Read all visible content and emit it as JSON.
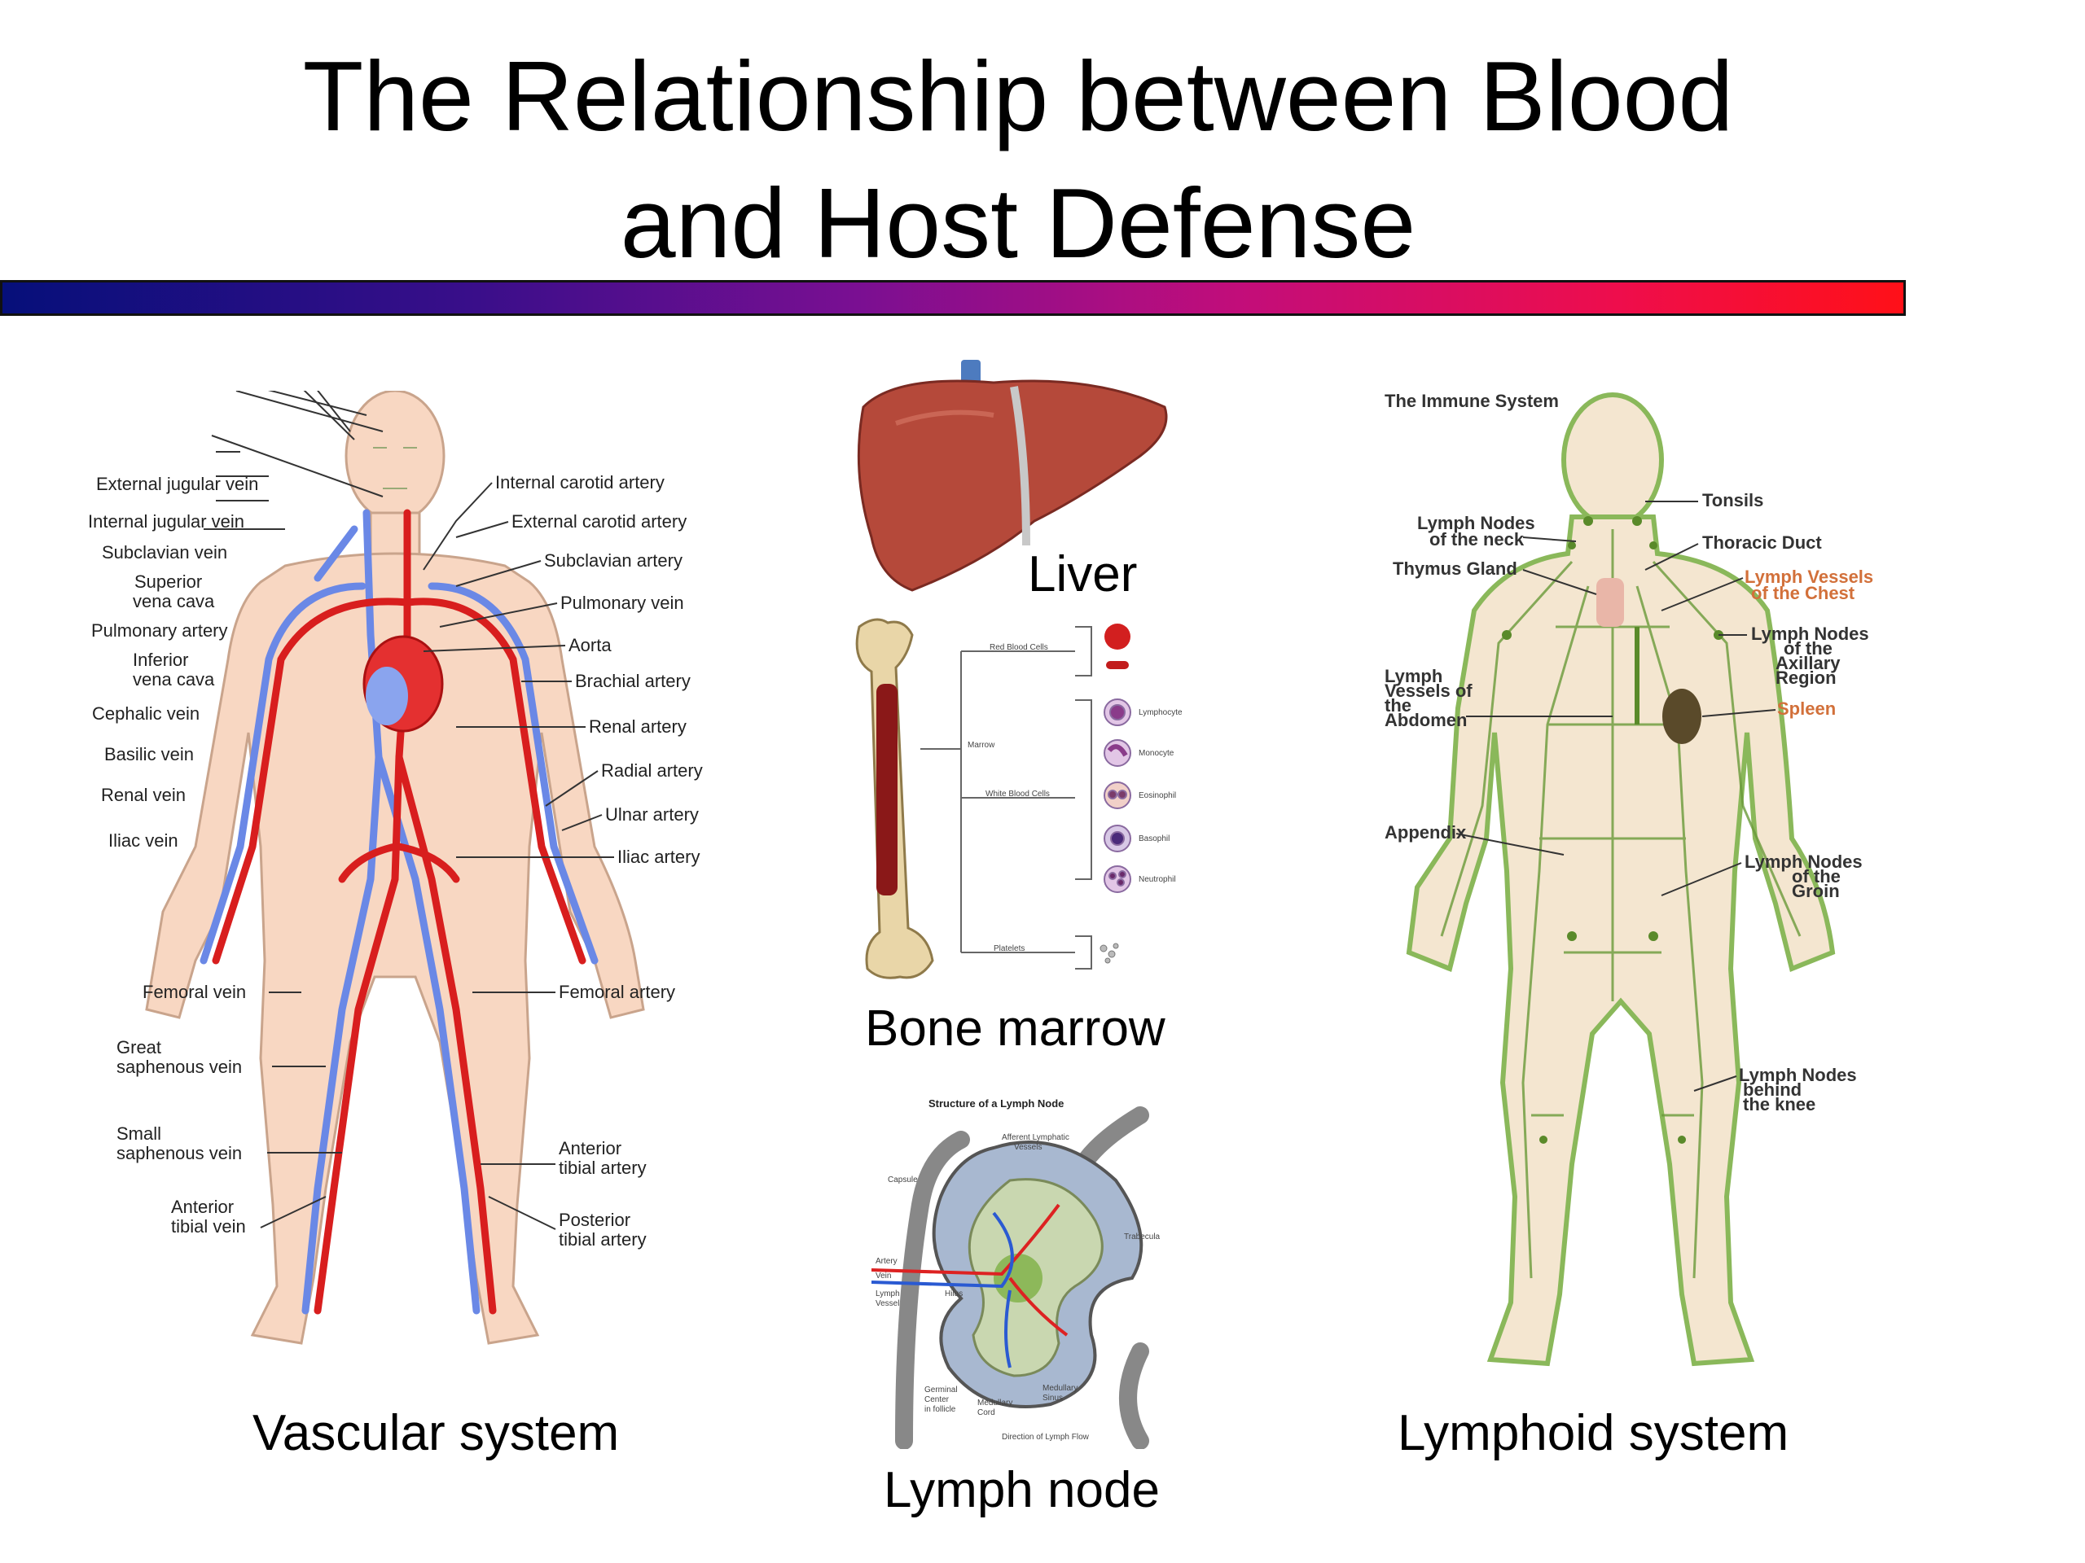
{
  "title": {
    "line1": "The Relationship between Blood",
    "line2": "and Host Defense"
  },
  "colors": {
    "bar_start": "#060f7a",
    "bar_end": "#ff1018",
    "artery": "#d81e1e",
    "vein": "#6a88e6",
    "skin": "#f8d7c2",
    "liver": "#b5493a",
    "lymph": "#7aa84a"
  },
  "captions": {
    "vascular": "Vascular system",
    "liver": "Liver",
    "bone_marrow": "Bone marrow",
    "lymph_node": "Lymph node",
    "lymphoid": "Lymphoid system"
  },
  "vascular": {
    "left_labels": [
      "External jugular vein",
      "Internal jugular vein",
      "Subclavian vein",
      "Superior",
      "vena cava",
      "Pulmonary artery",
      "Inferior",
      "vena cava",
      "Cephalic vein",
      "Basilic vein",
      "Renal vein",
      "Iliac vein",
      "Femoral vein",
      "Great",
      "saphenous vein",
      "Small",
      "saphenous vein",
      "Anterior",
      "tibial vein"
    ],
    "right_labels": [
      "Internal carotid artery",
      "External carotid artery",
      "Subclavian artery",
      "Pulmonary vein",
      "Aorta",
      "Brachial artery",
      "Renal artery",
      "Radial artery",
      "Ulnar artery",
      "Iliac artery",
      "Femoral artery",
      "Anterior",
      "tibial artery",
      "Posterior",
      "tibial artery"
    ]
  },
  "immune": {
    "title": "The Immune System",
    "labels": [
      "Tonsils",
      "Lymph Nodes",
      "of the neck",
      "Thoracic Duct",
      "Thymus Gland",
      "Lymph Vessels",
      "of the Chest",
      "Lymph Nodes",
      "of the",
      "Axillary",
      "Region",
      "Spleen",
      "Lymph",
      "Vessels of",
      "the",
      "Abdomen",
      "Appendix",
      "Lymph Nodes",
      "of the",
      "Groin",
      "Lymph Nodes",
      "behind",
      "the knee"
    ]
  },
  "lymph_node_diagram": {
    "title": "Structure of a Lymph Node",
    "labels": [
      "Afferent Lymphatic",
      "Vessels",
      "Capsule",
      "Trabecula",
      "Artery",
      "Vein",
      "Lymph",
      "Vessel",
      "Hilus",
      "Germinal",
      "Center",
      "in follicle",
      "Medullary",
      "Cord",
      "Medullary",
      "Sinus",
      "Direction of Lymph Flow"
    ]
  },
  "marrow_diagram": {
    "labels": [
      "Red Blood Cells",
      "Marrow",
      "White Blood Cells",
      "Platelets",
      "Lymphocyte",
      "Monocyte",
      "Eosinophil",
      "Basophil",
      "Neutrophil"
    ]
  }
}
